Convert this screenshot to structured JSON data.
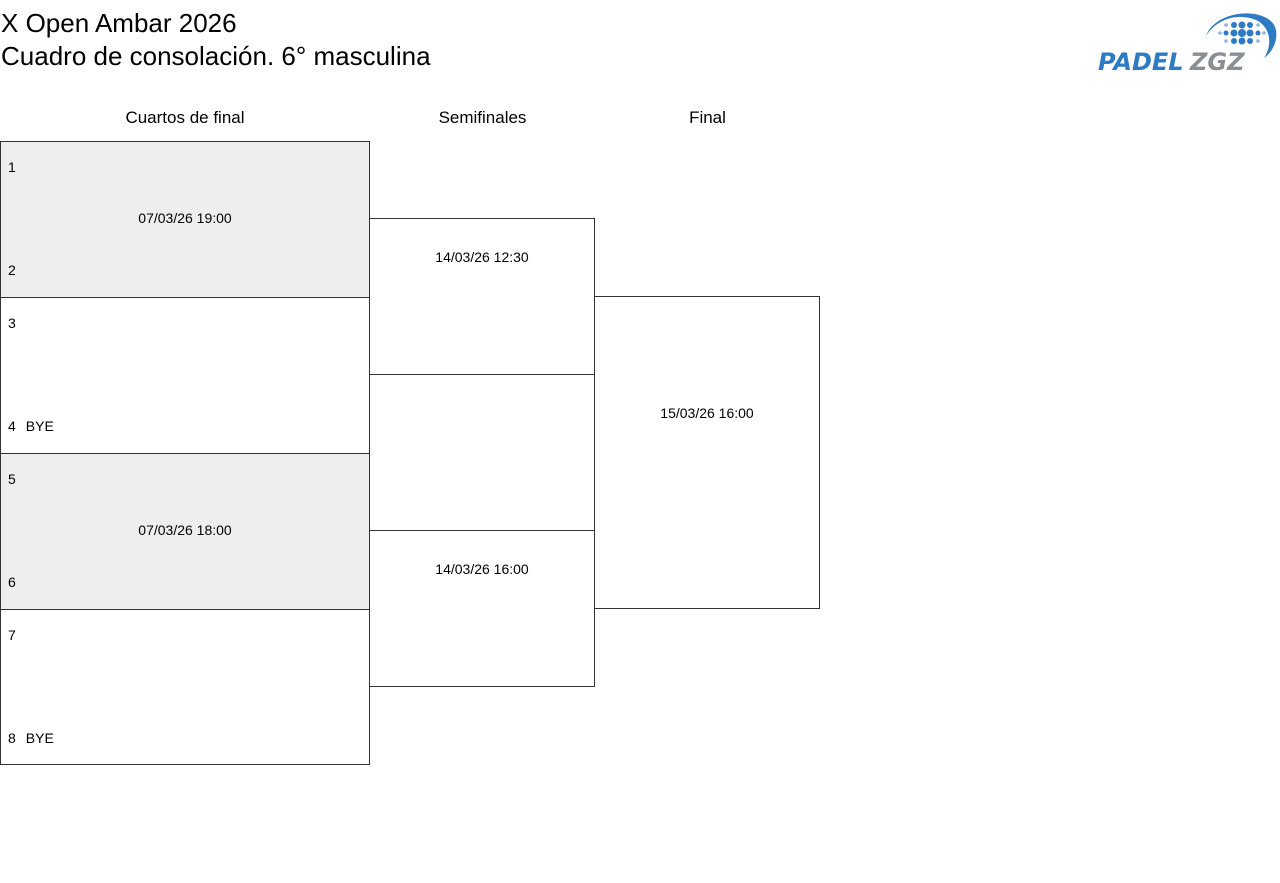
{
  "header": {
    "title": "X Open Ambar 2026",
    "subtitle": "Cuadro de consolación. 6° masculina",
    "logo": "PADELZGZ"
  },
  "rounds": {
    "qf": "Cuartos de final",
    "sf": "Semifinales",
    "final": "Final"
  },
  "quarterfinals": [
    {
      "top_seed": "1",
      "top_name": "",
      "bottom_seed": "2",
      "bottom_name": "",
      "date": "07/03/26 19:00"
    },
    {
      "top_seed": "3",
      "top_name": "",
      "bottom_seed": "4",
      "bottom_name": "BYE",
      "date": ""
    },
    {
      "top_seed": "5",
      "top_name": "",
      "bottom_seed": "6",
      "bottom_name": "",
      "date": "07/03/26 18:00"
    },
    {
      "top_seed": "7",
      "top_name": "",
      "bottom_seed": "8",
      "bottom_name": "BYE",
      "date": ""
    }
  ],
  "semifinals": [
    {
      "date": "14/03/26 12:30"
    },
    {
      "date": "14/03/26 16:00"
    }
  ],
  "final": {
    "date": "15/03/26 16:00"
  }
}
